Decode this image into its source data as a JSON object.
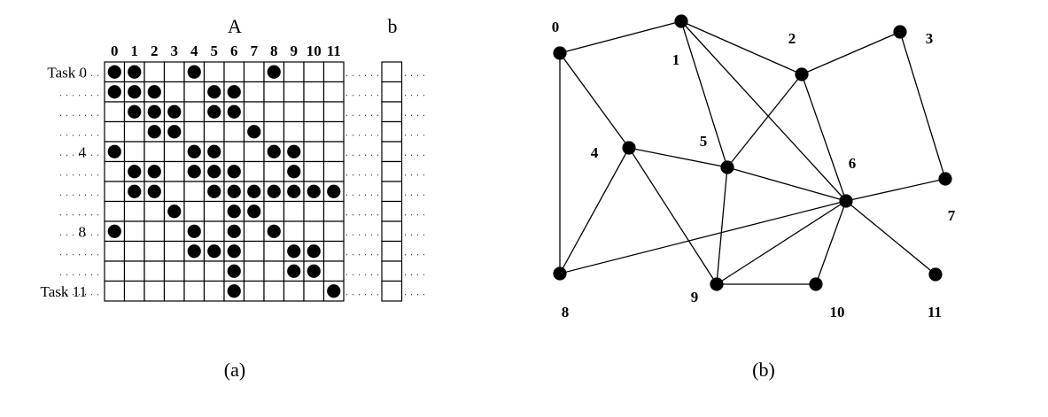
{
  "matrix": {
    "title": "A",
    "vector_title": "b",
    "column_labels": [
      "0",
      "1",
      "2",
      "3",
      "4",
      "5",
      "6",
      "7",
      "8",
      "9",
      "10",
      "11"
    ],
    "row_labels": [
      "Task 0",
      "",
      "",
      "",
      "4",
      "",
      "",
      "",
      "8",
      "",
      "",
      "Task 11"
    ],
    "nonzeros": [
      [
        0,
        1,
        4,
        8
      ],
      [
        0,
        1,
        2,
        5,
        6
      ],
      [
        1,
        2,
        3,
        5,
        6
      ],
      [
        2,
        3,
        7
      ],
      [
        0,
        4,
        5,
        8,
        9
      ],
      [
        1,
        2,
        4,
        5,
        6,
        9
      ],
      [
        1,
        2,
        5,
        6,
        7,
        8,
        9,
        10,
        11
      ],
      [
        3,
        6,
        7
      ],
      [
        0,
        4,
        6,
        8
      ],
      [
        4,
        5,
        6,
        9,
        10
      ],
      [
        6,
        9,
        10
      ],
      [
        6,
        11
      ]
    ],
    "caption": "(a)"
  },
  "graph": {
    "nodes": [
      {
        "id": 0,
        "label": "0"
      },
      {
        "id": 1,
        "label": "1"
      },
      {
        "id": 2,
        "label": "2"
      },
      {
        "id": 3,
        "label": "3"
      },
      {
        "id": 4,
        "label": "4"
      },
      {
        "id": 5,
        "label": "5"
      },
      {
        "id": 6,
        "label": "6"
      },
      {
        "id": 7,
        "label": "7"
      },
      {
        "id": 8,
        "label": "8"
      },
      {
        "id": 9,
        "label": "9"
      },
      {
        "id": 10,
        "label": "10"
      },
      {
        "id": 11,
        "label": "11"
      }
    ],
    "edges": [
      [
        0,
        1
      ],
      [
        0,
        4
      ],
      [
        0,
        8
      ],
      [
        1,
        2
      ],
      [
        1,
        5
      ],
      [
        1,
        6
      ],
      [
        2,
        3
      ],
      [
        2,
        5
      ],
      [
        2,
        6
      ],
      [
        3,
        7
      ],
      [
        4,
        5
      ],
      [
        4,
        8
      ],
      [
        4,
        9
      ],
      [
        5,
        6
      ],
      [
        5,
        9
      ],
      [
        6,
        7
      ],
      [
        6,
        8
      ],
      [
        6,
        9
      ],
      [
        6,
        10
      ],
      [
        6,
        11
      ],
      [
        9,
        10
      ]
    ],
    "caption": "(b)"
  }
}
